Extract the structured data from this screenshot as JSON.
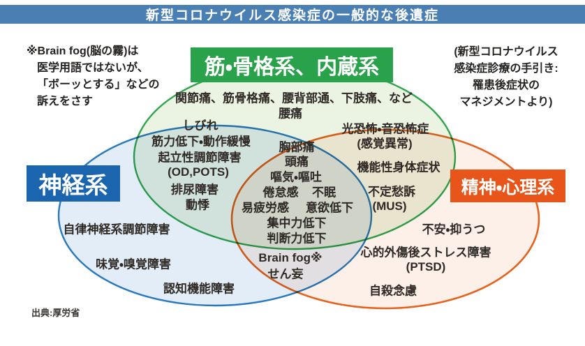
{
  "title": "新型コロナウイルス感染症の一般的な後遺症",
  "notes": {
    "left": [
      "※Brain fog(脳の霧)は",
      "医学用語ではないが、",
      "「ボーッとする」などの",
      "訴えをさす"
    ],
    "right": [
      "(新型コロナウイルス",
      "感染症診療の手引き:",
      "罹患後症状の",
      "マネジメントより)"
    ]
  },
  "source": "出典:厚労省",
  "colors": {
    "title_bar": "#4a7fb4",
    "musculoskeletal_accent": "#2aa24b",
    "nervous_accent": "#1b64ae",
    "psychiatric_accent": "#e8551b",
    "musculoskeletal_fill": "#ebf3e3",
    "nervous_fill": "#e3edf8",
    "psychiatric_fill": "#fdf0e8"
  },
  "venn": {
    "sets": [
      {
        "name": "筋・骨格系、内蔵系"
      },
      {
        "name": "神経系"
      },
      {
        "name": "精神・心理系"
      }
    ],
    "regions": {
      "musculoskeletal": [
        "関節痛、筋骨格痛、腰背部通、下肢痛、など",
        "腰痛"
      ],
      "nervous_musculoskeletal": [
        "しびれ",
        "筋力低下・動作緩慢",
        "起立性調節障害",
        "(OD,POTS)",
        "排尿障害",
        "動悸"
      ],
      "all_three": [
        "胸部痛",
        "頭痛",
        "嘔気・嘔吐",
        "倦怠感",
        "不眠",
        "易疲労感",
        "意欲低下",
        "集中力低下",
        "判断力低下"
      ],
      "musculoskeletal_psychiatric": [
        "光恐怖・音恐怖症",
        "(感覚異常)",
        "機能性身体症状",
        "不定愁訴",
        "(MUS)"
      ],
      "nervous": [
        "自律神経系調節障害",
        "味覚・嗅覚障害",
        "認知機能障害"
      ],
      "nervous_psychiatric": [
        "Brain fog※",
        "せん妄"
      ],
      "psychiatric": [
        "不安・抑うつ",
        "心的外傷後ストレス障害",
        "(PTSD)",
        "自殺念慮"
      ]
    }
  }
}
